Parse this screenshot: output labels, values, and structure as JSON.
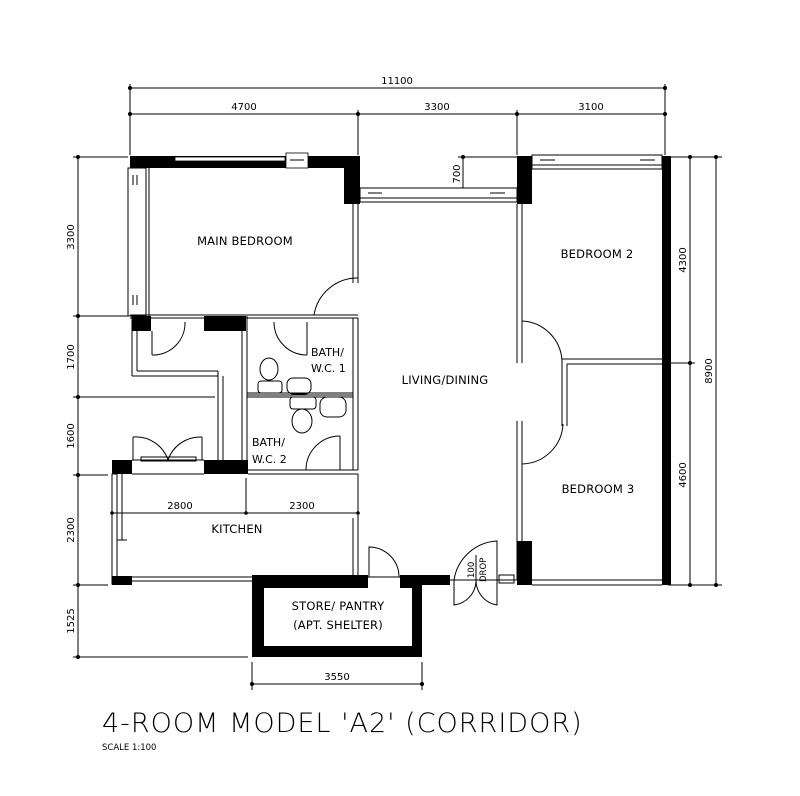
{
  "title": "4-ROOM MODEL 'A2' (CORRIDOR)",
  "scale": "SCALE 1:100",
  "rooms": {
    "main_bedroom": "MAIN BEDROOM",
    "bedroom_2": "BEDROOM 2",
    "bedroom_3": "BEDROOM 3",
    "living_dining": "LIVING/DINING",
    "bath_wc_1_line1": "BATH/",
    "bath_wc_1_line2": "W.C. 1",
    "bath_wc_2_line1": "BATH/",
    "bath_wc_2_line2": "W.C. 2",
    "kitchen": "KITCHEN",
    "store_line1": "STORE/ PANTRY",
    "store_line2": "(APT. SHELTER)",
    "drop_label_1": "100",
    "drop_label_2": "DROP"
  },
  "dimensions": {
    "top_total": "11100",
    "top_seg_1": "4700",
    "top_seg_2": "3300",
    "top_seg_3": "3100",
    "recess": "700",
    "left_1": "3300",
    "left_2": "1700",
    "left_3": "1600",
    "left_4": "2300",
    "left_5": "1525",
    "right_1": "4300",
    "right_2": "4600",
    "right_total": "8900",
    "kitchen_1": "2800",
    "kitchen_2": "2300",
    "bottom_store": "3550"
  }
}
